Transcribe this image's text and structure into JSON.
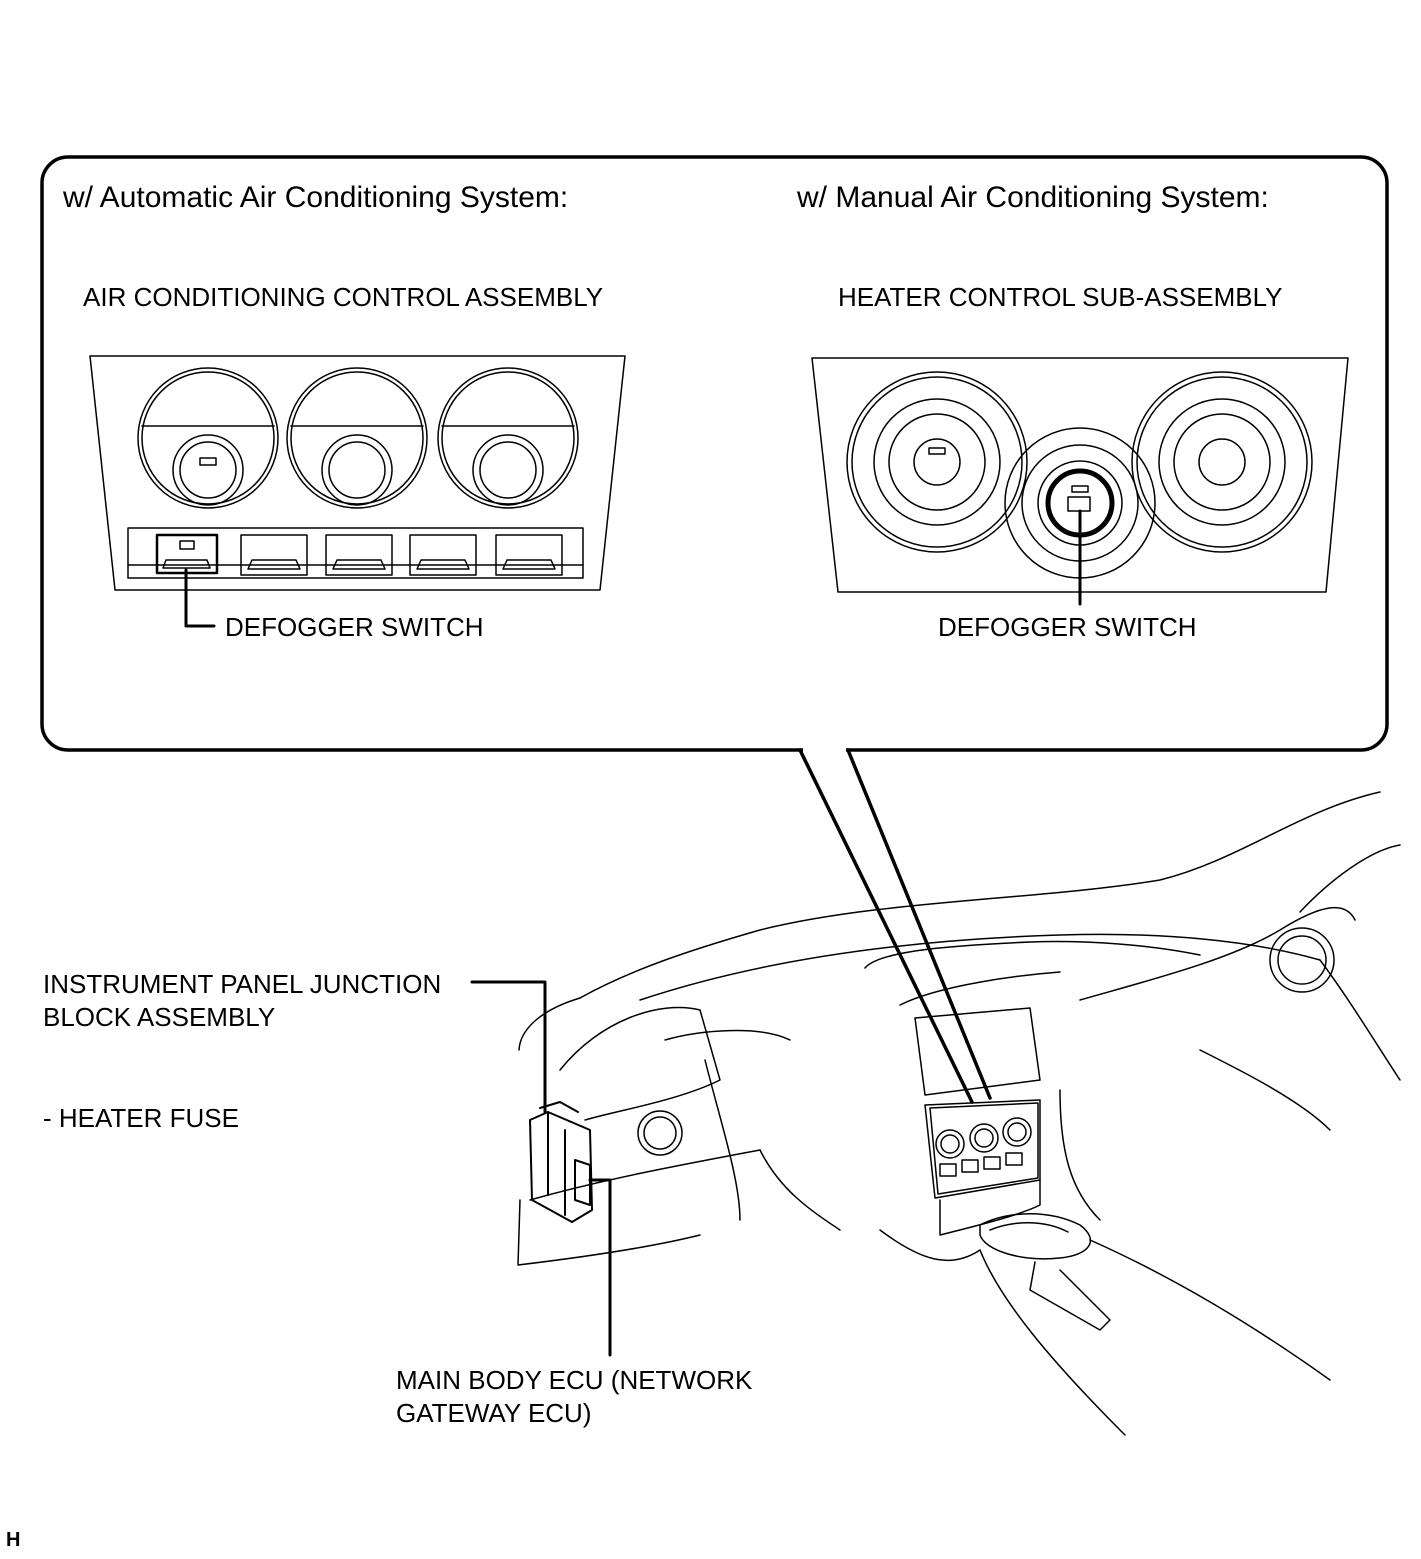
{
  "callout": {
    "auto_heading": "w/ Automatic Air Conditioning System:",
    "manual_heading": "w/ Manual Air Conditioning System:",
    "auto_part": "AIR CONDITIONING CONTROL ASSEMBLY",
    "manual_part": "HEATER CONTROL SUB-ASSEMBLY",
    "auto_switch_label": "DEFOGGER SWITCH",
    "manual_switch_label": "DEFOGGER SWITCH"
  },
  "vehicle": {
    "junction_block_line1": "INSTRUMENT PANEL JUNCTION",
    "junction_block_line2": "BLOCK ASSEMBLY",
    "fuse_label": "- HEATER FUSE",
    "ecu_line1": "MAIN BODY ECU (NETWORK",
    "ecu_line2": "GATEWAY ECU)"
  },
  "footer": {
    "code": "H"
  }
}
